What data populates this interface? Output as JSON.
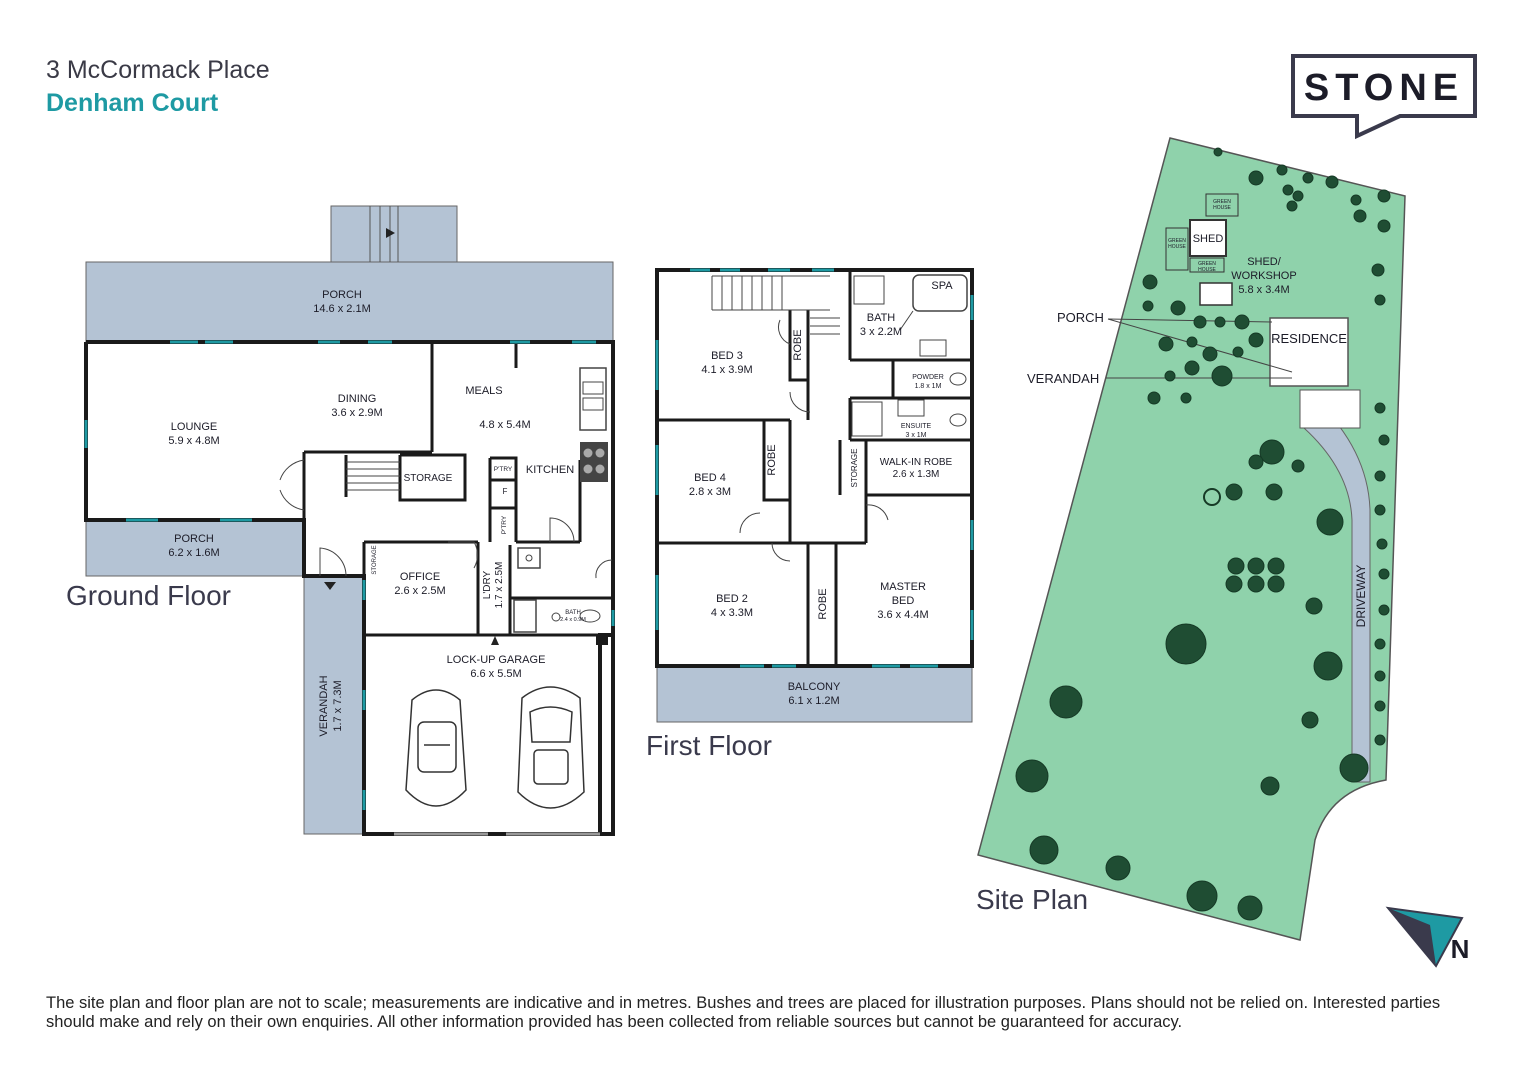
{
  "header": {
    "address_line1": "3 McCormack Place",
    "address_line2": "Denham Court"
  },
  "brand": {
    "logo_text": "STONE",
    "accent": "#1e9aa3",
    "dark": "#3a3a4c"
  },
  "ground_floor": {
    "title": "Ground Floor",
    "porch_top": {
      "name": "PORCH",
      "dim": "14.6 x 2.1M"
    },
    "lounge": {
      "name": "LOUNGE",
      "dim": "5.9 x 4.8M"
    },
    "dining": {
      "name": "DINING",
      "dim": "3.6 x 2.9M"
    },
    "meals": {
      "name": "MEALS",
      "dim": "4.8 x 5.4M"
    },
    "kitchen": {
      "name": "KITCHEN"
    },
    "pantry1": "P'TRY",
    "fridge": "F",
    "pantry2": "P'TRY",
    "storage": "STORAGE",
    "storage_small": "STORAGE",
    "porch_left": {
      "name": "PORCH",
      "dim": "6.2 x 1.6M"
    },
    "office": {
      "name": "OFFICE",
      "dim": "2.6 x 2.5M"
    },
    "laundry": {
      "name": "L'DRY",
      "dim": "1.7 x 2.5M"
    },
    "bath": {
      "name": "BATH",
      "dim": "2.4 x 0.9M"
    },
    "garage": {
      "name": "LOCK-UP GARAGE",
      "dim": "6.6 x 5.5M"
    },
    "verandah": {
      "name": "VERANDAH",
      "dim": "1.7 x 7.3M"
    }
  },
  "first_floor": {
    "title": "First Floor",
    "bed3": {
      "name": "BED 3",
      "dim": "4.1 x 3.9M"
    },
    "bath": {
      "name": "BATH",
      "dim": "3 x 2.2M"
    },
    "spa": "SPA",
    "powder": {
      "name": "POWDER",
      "dim": "1.8 x 1M"
    },
    "ensuite": {
      "name": "ENSUITE",
      "dim": "3 x 1M"
    },
    "bed4": {
      "name": "BED 4",
      "dim": "2.8 x 3M"
    },
    "walkin": {
      "name": "WALK-IN ROBE",
      "dim": "2.6 x 1.3M"
    },
    "storage": "STORAGE",
    "robe": "ROBE",
    "bed2": {
      "name": "BED 2",
      "dim": "4 x 3.3M"
    },
    "master": {
      "name1": "MASTER",
      "name2": "BED",
      "dim": "3.6 x 4.4M"
    },
    "balcony": {
      "name": "BALCONY",
      "dim": "6.1 x 1.2M"
    }
  },
  "site_plan": {
    "title": "Site Plan",
    "green_house": [
      "GREEN",
      "HOUSE"
    ],
    "shed": "SHED",
    "workshop": {
      "name1": "SHED/",
      "name2": "WORKSHOP",
      "dim": "5.8 x 3.4M"
    },
    "porch": "PORCH",
    "residence": "RESIDENCE",
    "verandah": "VERANDAH",
    "driveway": "DRIVEWAY",
    "north": "N",
    "lawn_color": "#8fd2ab"
  },
  "disclaimer": "The site plan and floor plan are not to scale; measurements are indicative and in metres. Bushes and trees are placed for illustration purposes. Plans should not be relied on. Interested parties should make and rely on their own enquiries. All other information provided has been collected from reliable sources but cannot be guaranteed for accuracy."
}
